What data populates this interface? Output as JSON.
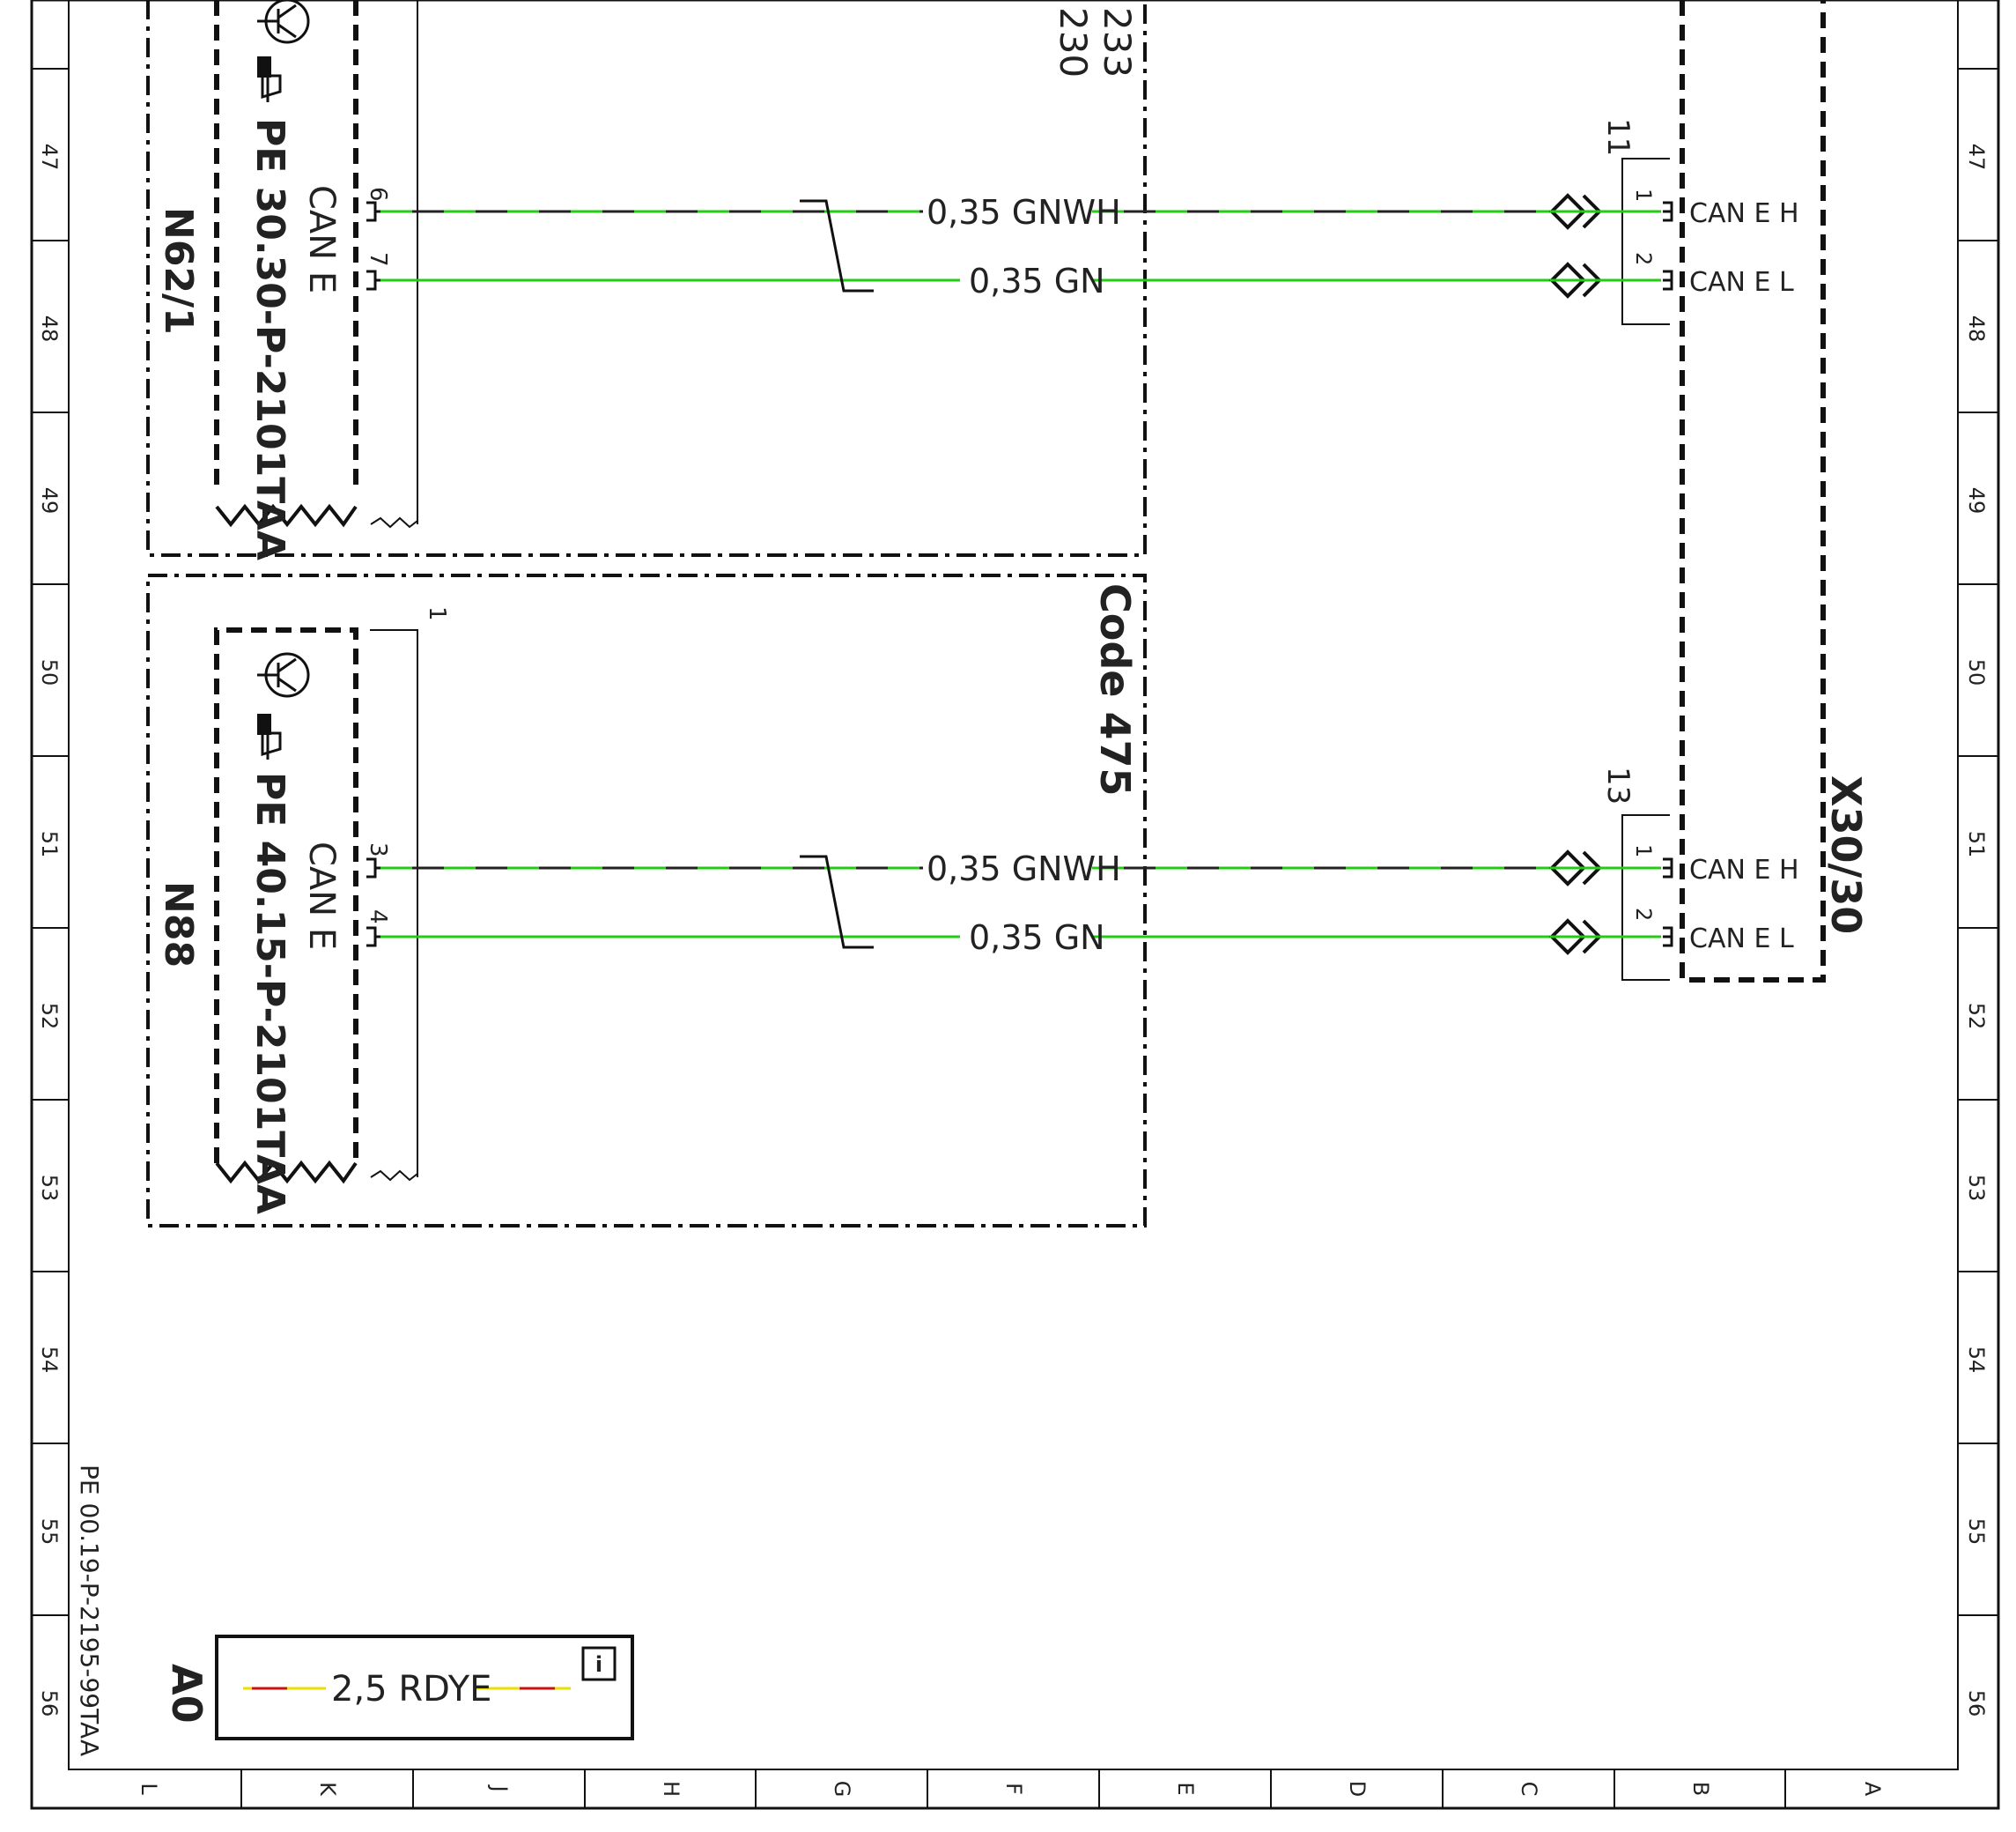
{
  "border": {
    "row_numbers": [
      "47",
      "48",
      "49",
      "50",
      "51",
      "52",
      "53",
      "54",
      "55",
      "56"
    ],
    "column_letters": [
      "L",
      "K",
      "J",
      "H",
      "G",
      "F",
      "E",
      "D",
      "C",
      "B",
      "A"
    ]
  },
  "header": {
    "ref_top": "233",
    "ref_bottom": "230"
  },
  "module_n62": {
    "id": "N62/1",
    "doc_ref": "PE 30.30-P-2101TAA",
    "bus_label": "CAN E",
    "pin_high": "6",
    "pin_low": "7"
  },
  "module_n88": {
    "id": "N88",
    "doc_ref": "PE 40.15-P-2101TAA",
    "bus_label": "CAN E",
    "pin_high": "3",
    "pin_low": "4",
    "bracket_pin": "1",
    "code_label": "Code 475"
  },
  "wires": {
    "gnwh": "0,35 GNWH",
    "gn": "0,35 GN"
  },
  "connector": {
    "id": "X30/30",
    "group_top": "11",
    "group_bottom": "13",
    "pin_1": "1",
    "pin_2": "2",
    "can_h": "CAN E H",
    "can_l": "CAN E L"
  },
  "legend": {
    "id": "A0",
    "wire": "2,5 RDYE",
    "info_icon": "info-icon"
  },
  "footer": {
    "doc_ref": "PE 00.19-P-2195-99TAA"
  },
  "colors": {
    "green": "#22cc11",
    "red": "#cc1111",
    "yellow": "#e8e000",
    "black": "#111111"
  }
}
